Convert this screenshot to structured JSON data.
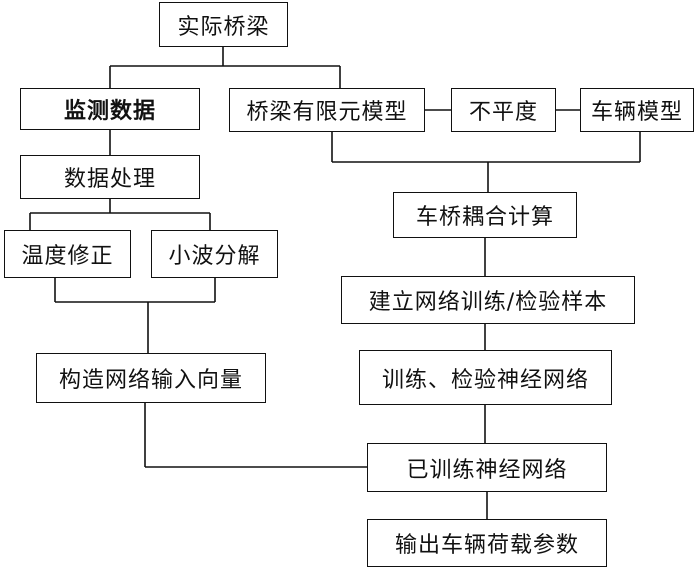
{
  "flowchart": {
    "actual_bridge": "实际桥梁",
    "monitoring_data": "监测数据",
    "data_processing": "数据处理",
    "temperature_correction": "温度修正",
    "wavelet_decomposition": "小波分解",
    "network_input_vector": "构造网络输入向量",
    "bridge_fem": "桥梁有限元模型",
    "roughness": "不平度",
    "vehicle_model": "车辆模型",
    "coupling_calc": "车桥耦合计算",
    "build_samples": "建立网络训练/检验样本",
    "train_verify": "训练、检验神经网络",
    "trained_network": "已训练神经网络",
    "output_loads": "输出车辆荷载参数"
  },
  "colors": {
    "line": "#111111",
    "background": "#ffffff"
  }
}
